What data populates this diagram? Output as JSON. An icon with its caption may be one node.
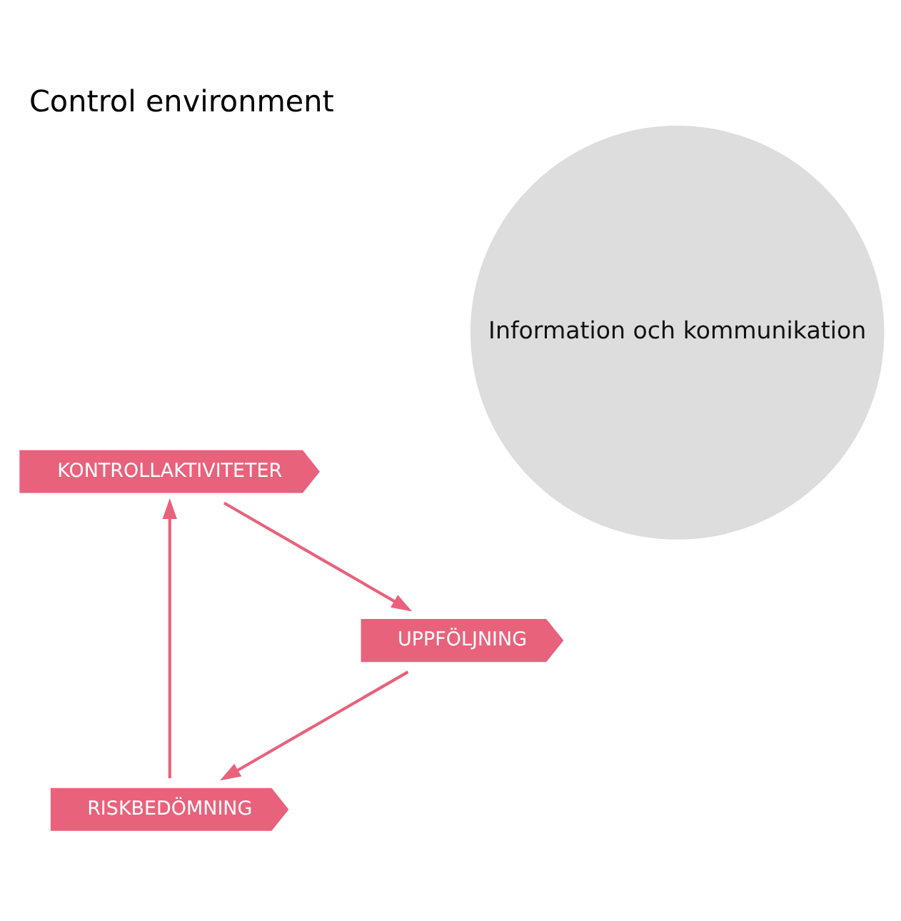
{
  "diagram": {
    "title": "Control environment",
    "nodes": [
      {
        "text": [
          "Information och kommunikation"
        ]
      },
      {
        "text": [
          "RISKBEDÖMNING"
        ]
      },
      {
        "text": [
          "KONTROLLAKTIVITETER"
        ]
      },
      {
        "text": [
          "UPPFÖLJNING"
        ]
      }
    ],
    "edges": [
      {
        "from": 1,
        "to": 2,
        "arrow": "to"
      },
      {
        "from": 2,
        "to": 3,
        "arrow": "to"
      },
      {
        "from": 3,
        "to": 1,
        "arrow": "to"
      }
    ]
  }
}
